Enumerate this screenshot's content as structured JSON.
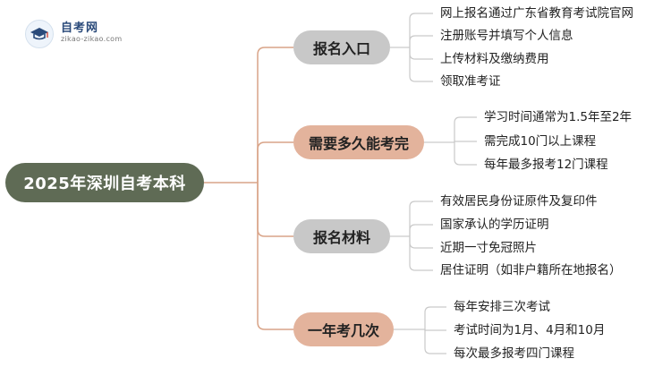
{
  "logo": {
    "title": "自考网",
    "url": "zikao-zikao.com"
  },
  "root": {
    "label": "2025年深圳自考本科"
  },
  "branches": [
    {
      "label": "报名入口",
      "color": "#c8c8c8",
      "items": [
        "网上报名通过广东省教育考试院官网",
        "注册账号并填写个人信息",
        "上传材料及缴纳费用",
        "领取准考证"
      ]
    },
    {
      "label": "需要多久能考完",
      "color": "#e3b39c",
      "items": [
        "学习时间通常为1.5年至2年",
        "需完成10门以上课程",
        "每年最多报考12门课程"
      ]
    },
    {
      "label": "报名材料",
      "color": "#c8c8c8",
      "items": [
        "有效居民身份证原件及复印件",
        "国家承认的学历证明",
        "近期一寸免冠照片",
        "居住证明（如非户籍所在地报名）"
      ]
    },
    {
      "label": "一年考几次",
      "color": "#e3b39c",
      "items": [
        "每年安排三次考试",
        "考试时间为1月、4月和10月",
        "每次最多报考四门课程"
      ]
    }
  ],
  "colors": {
    "root": "#5f6b55",
    "connector": "#d9a488",
    "leaf_line": "#c9c9c9"
  }
}
